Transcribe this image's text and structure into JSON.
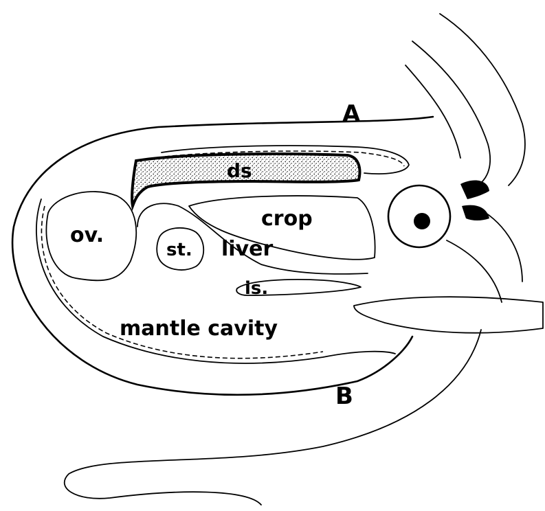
{
  "figure": {
    "labels": {
      "A": "A",
      "B": "B",
      "ds": "ds",
      "crop": "crop",
      "ov": "ov.",
      "st": "st.",
      "liver": "liver",
      "is": "is.",
      "mantle_cavity": "mantle cavity"
    }
  }
}
